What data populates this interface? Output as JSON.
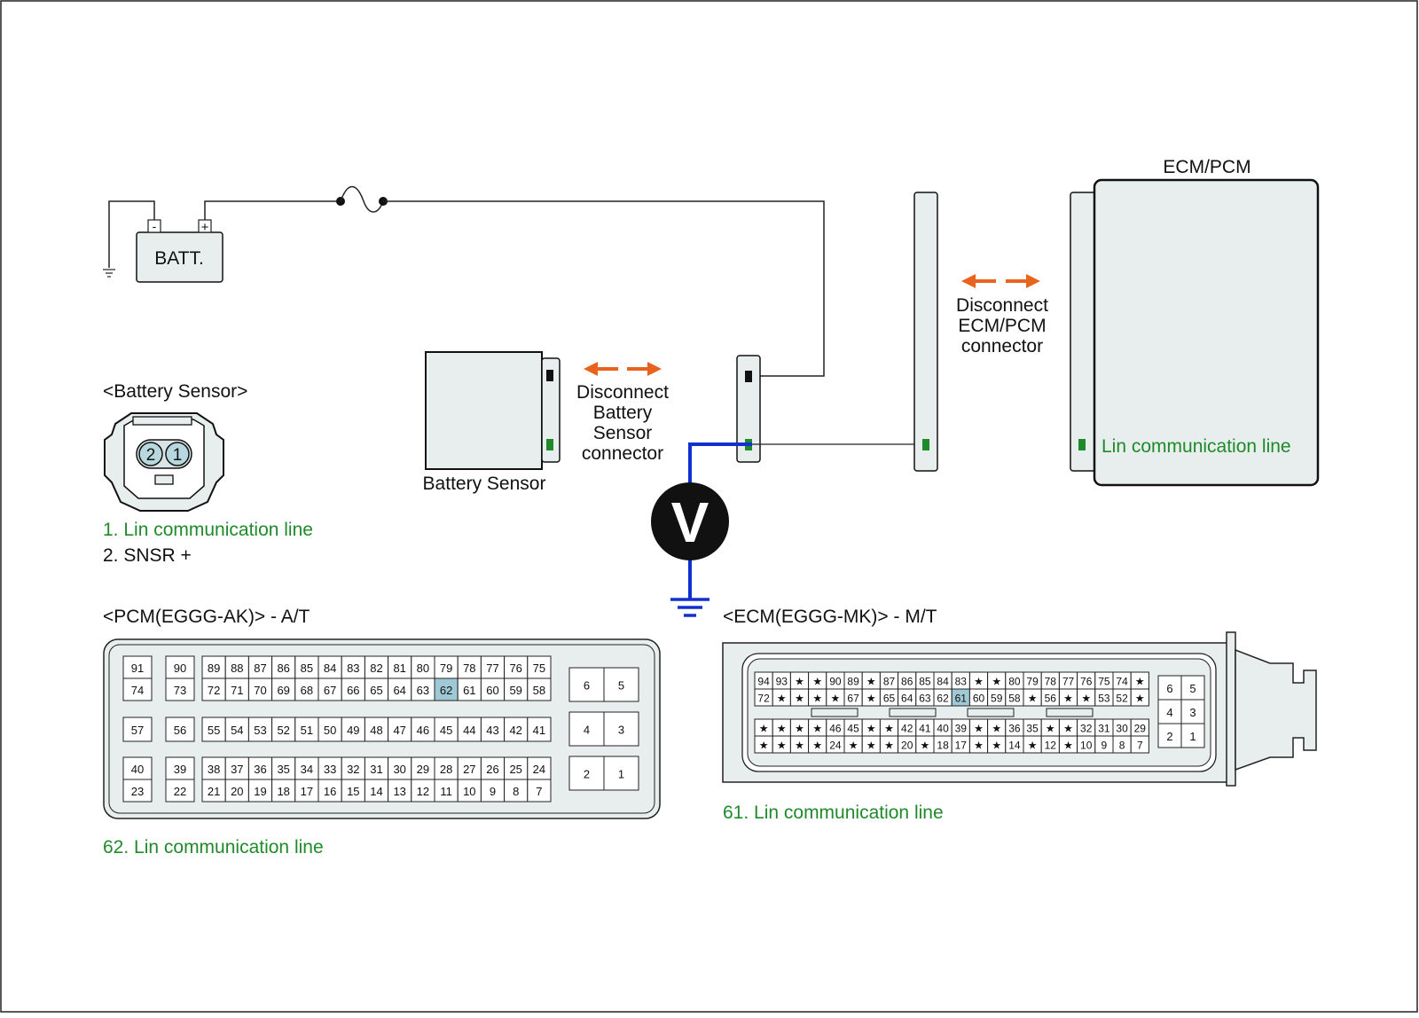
{
  "colors": {
    "component_fill": "#e8eeee",
    "lin_line": "#1f8a2a",
    "meter_wire": "#1030d0",
    "arrow": "#e8641e",
    "highlight_pin": "#9fc9d4"
  },
  "battery": {
    "label": "BATT.",
    "neg": "-",
    "pos": "+"
  },
  "battery_sensor_component": {
    "label": "Battery Sensor"
  },
  "disconnect_sensor": {
    "line1": "Disconnect",
    "line2": "Battery",
    "line3": "Sensor",
    "line4": "connector"
  },
  "disconnect_ecm": {
    "line1": "Disconnect",
    "line2": "ECM/PCM",
    "line3": "connector"
  },
  "ecm": {
    "title": "ECM/PCM",
    "lin_label": "Lin communication line"
  },
  "meter": {
    "symbol": "V"
  },
  "sensor_connector": {
    "title": "<Battery Sensor>",
    "pins": [
      "2",
      "1"
    ],
    "legend": [
      "1. Lin communication line",
      "2. SNSR +"
    ]
  },
  "pcm_connector": {
    "title": "<PCM(EGGG-AK)> - A/T",
    "highlight": "62",
    "groups": [
      {
        "top": [
          "91"
        ],
        "bottom": [
          "74"
        ]
      },
      {
        "top": [
          "90"
        ],
        "bottom": [
          "73"
        ]
      },
      {
        "top": [
          "89",
          "88",
          "87",
          "86",
          "85",
          "84",
          "83",
          "82",
          "81",
          "80",
          "79",
          "78",
          "77",
          "76",
          "75"
        ],
        "bottom": [
          "72",
          "71",
          "70",
          "69",
          "68",
          "67",
          "66",
          "65",
          "64",
          "63",
          "62",
          "61",
          "60",
          "59",
          "58"
        ]
      },
      {
        "top": [
          "6"
        ],
        "bottom": [
          "5"
        ]
      },
      {
        "single": [
          "57"
        ]
      },
      {
        "single": [
          "56"
        ]
      },
      {
        "single": [
          "55",
          "54",
          "53",
          "52",
          "51",
          "50",
          "49",
          "48",
          "47",
          "46",
          "45",
          "44",
          "43",
          "42",
          "41"
        ]
      },
      {
        "top": [
          "4"
        ],
        "bottom": [
          "3"
        ]
      },
      {
        "top": [
          "40"
        ],
        "bottom": [
          "23"
        ]
      },
      {
        "top": [
          "39"
        ],
        "bottom": [
          "22"
        ]
      },
      {
        "top": [
          "38",
          "37",
          "36",
          "35",
          "34",
          "33",
          "32",
          "31",
          "30",
          "29",
          "28",
          "27",
          "26",
          "25",
          "24"
        ],
        "bottom": [
          "21",
          "20",
          "19",
          "18",
          "17",
          "16",
          "15",
          "14",
          "13",
          "12",
          "11",
          "10",
          "9",
          "8",
          "7"
        ]
      },
      {
        "top": [
          "2"
        ],
        "bottom": [
          "1"
        ]
      }
    ],
    "legend": "62. Lin communication line"
  },
  "ecm_connector": {
    "title": "<ECM(EGGG-MK)> - M/T",
    "highlight": "61",
    "rows": [
      [
        "94",
        "93",
        "★",
        "★",
        "90",
        "89",
        "★",
        "87",
        "86",
        "85",
        "84",
        "83",
        "★",
        "★",
        "80",
        "79",
        "78",
        "77",
        "76",
        "75",
        "74",
        "★"
      ],
      [
        "72",
        "★",
        "★",
        "★",
        "★",
        "67",
        "★",
        "65",
        "64",
        "63",
        "62",
        "61",
        "60",
        "59",
        "58",
        "★",
        "56",
        "★",
        "★",
        "53",
        "52",
        "★"
      ],
      [
        "★",
        "★",
        "★",
        "★",
        "46",
        "45",
        "★",
        "★",
        "42",
        "41",
        "40",
        "39",
        "★",
        "★",
        "36",
        "35",
        "★",
        "★",
        "32",
        "31",
        "30",
        "29"
      ],
      [
        "★",
        "★",
        "★",
        "★",
        "24",
        "★",
        "★",
        "★",
        "20",
        "★",
        "18",
        "17",
        "★",
        "★",
        "14",
        "★",
        "12",
        "★",
        "10",
        "9",
        "8",
        "7"
      ]
    ],
    "side": [
      [
        "6",
        "5"
      ],
      [
        "4",
        "3"
      ],
      [
        "2",
        "1"
      ]
    ],
    "legend": "61. Lin communication line"
  }
}
